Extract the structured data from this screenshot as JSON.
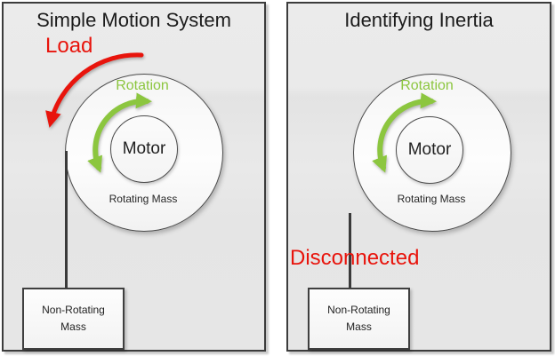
{
  "panels": [
    {
      "title": "Simple Motion System",
      "load_label": "Load",
      "rotation_label": "Rotation",
      "motor_label": "Motor",
      "rotating_mass_label": "Rotating Mass",
      "non_rotating_mass_label": "Non-Rotating Mass"
    },
    {
      "title": "Identifying Inertia",
      "disconnected_label": "Disconnected",
      "rotation_label": "Rotation",
      "motor_label": "Motor",
      "rotating_mass_label": "Rotating Mass",
      "non_rotating_mass_label": "Non-Rotating Mass"
    }
  ],
  "colors": {
    "accent_red": "#e8140c",
    "accent_green": "#8cc63f",
    "rope": "#3a3a3a"
  }
}
